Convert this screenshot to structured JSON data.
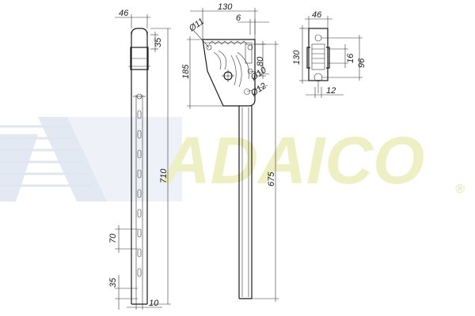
{
  "watermark": {
    "text": "ADAICO",
    "registered_mark": "®",
    "color": "#f0f2c8",
    "stripe_color": "#dde4ef"
  },
  "front_view": {
    "dims": {
      "width_top": "46",
      "top_offset": "35",
      "height": "710",
      "pitch": "70",
      "slot": "35",
      "bottom_width": "10"
    }
  },
  "side_view": {
    "dims": {
      "plate_width": "130",
      "offset": "6",
      "dia_top": "Ø11",
      "plate_height": "185",
      "slot_height": "80",
      "dia_mid": "Ø10",
      "dia_low": "Ø12",
      "arm_height": "675"
    }
  },
  "detail_view": {
    "dims": {
      "width": "46",
      "height": "130",
      "inner_height": "16",
      "overall": "96",
      "bottom": "12"
    }
  }
}
